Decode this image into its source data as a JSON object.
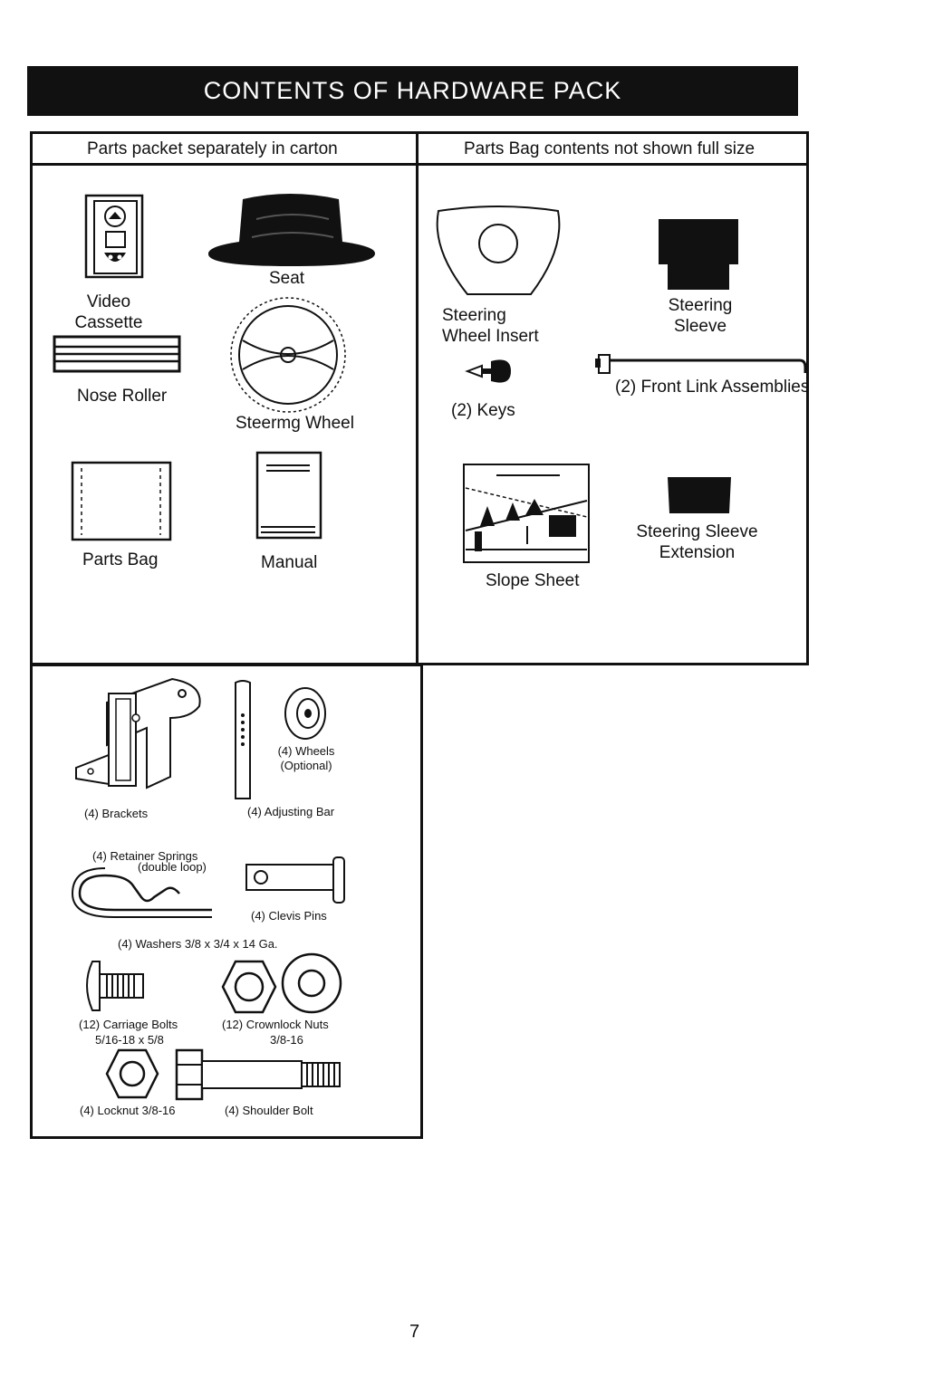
{
  "title": "CONTENTS OF HARDWARE PACK",
  "left_panel": {
    "header": "Parts packet separately in carton",
    "items": {
      "video": "Video\nCassette",
      "seat": "Seat",
      "nose_roller": "Nose Roller",
      "steering_wheel": "Steermg Wheel",
      "parts_bag": "Parts Bag",
      "manual": "Manual"
    }
  },
  "right_panel": {
    "header": "Parts Bag contents not shown full size",
    "items": {
      "wheel_insert": "Steering\nWheel Insert",
      "steering_sleeve": "Steering\nSleeve",
      "keys": "(2) Keys",
      "front_link": "(2) Front Link Assemblies",
      "slope_sheet": "Slope Sheet",
      "sleeve_extension": "Steering Sleeve\nExtension"
    }
  },
  "bottom_panel": {
    "brackets": "(4) Brackets",
    "wheels": "(4) Wheels\n(Optional)",
    "adjusting_bar": "(4) Adjusting Bar",
    "retainer_springs": "(4) Retainer Springs",
    "retainer_springs_sub": "(double loop)",
    "clevis_pins": "(4) Clevis Pins",
    "washers": "(4) Washers 3/8 x 3/4 x 14 Ga.",
    "carriage_bolts": "(12) Carriage Bolts",
    "carriage_bolts_size": "5/16-18 x 5/8",
    "crownlock_nuts": "(12) Crownlock Nuts",
    "crownlock_nuts_size": "3/8-16",
    "locknut": "(4) Locknut 3/8-16",
    "shoulder_bolt": "(4) Shoulder Bolt"
  },
  "page_number": "7"
}
